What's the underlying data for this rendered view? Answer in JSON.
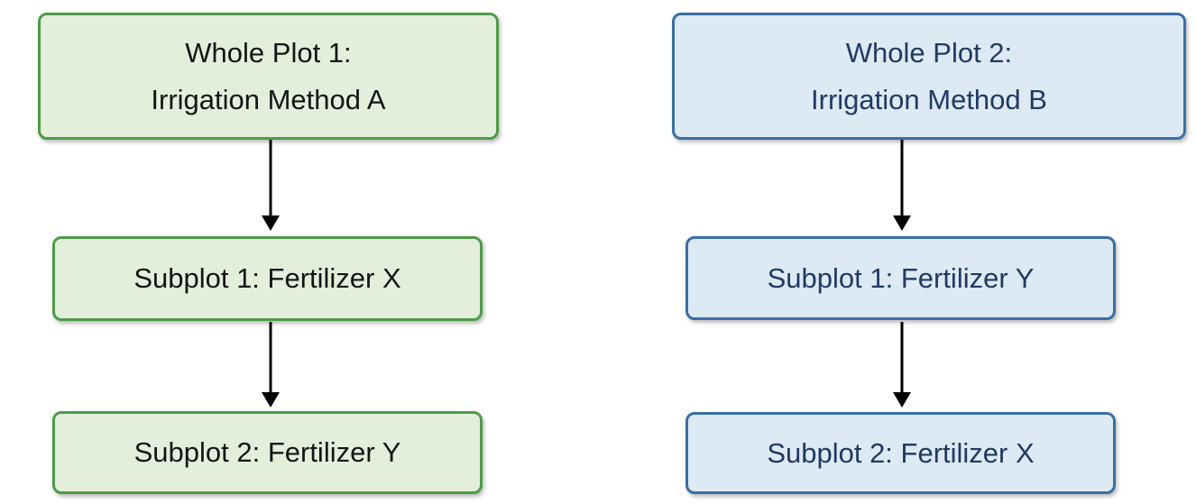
{
  "diagram": {
    "type": "flowchart",
    "background_color": "#ffffff",
    "arrow_color": "#000000",
    "columns": [
      {
        "name": "whole-plot-1",
        "theme": {
          "fill": "#e3efdb",
          "border": "#4e9b47",
          "text": "#141414"
        },
        "root": {
          "line1": "Whole Plot 1:",
          "line2": "Irrigation Method A"
        },
        "children": [
          {
            "label": "Subplot 1: Fertilizer X"
          },
          {
            "label": "Subplot 2: Fertilizer Y"
          }
        ]
      },
      {
        "name": "whole-plot-2",
        "theme": {
          "fill": "#dde9f3",
          "border": "#3a6ea5",
          "text": "#1f3a63"
        },
        "root": {
          "line1": "Whole Plot 2:",
          "line2": "Irrigation Method B"
        },
        "children": [
          {
            "label": "Subplot 1: Fertilizer Y"
          },
          {
            "label": "Subplot 2: Fertilizer X"
          }
        ]
      }
    ]
  }
}
